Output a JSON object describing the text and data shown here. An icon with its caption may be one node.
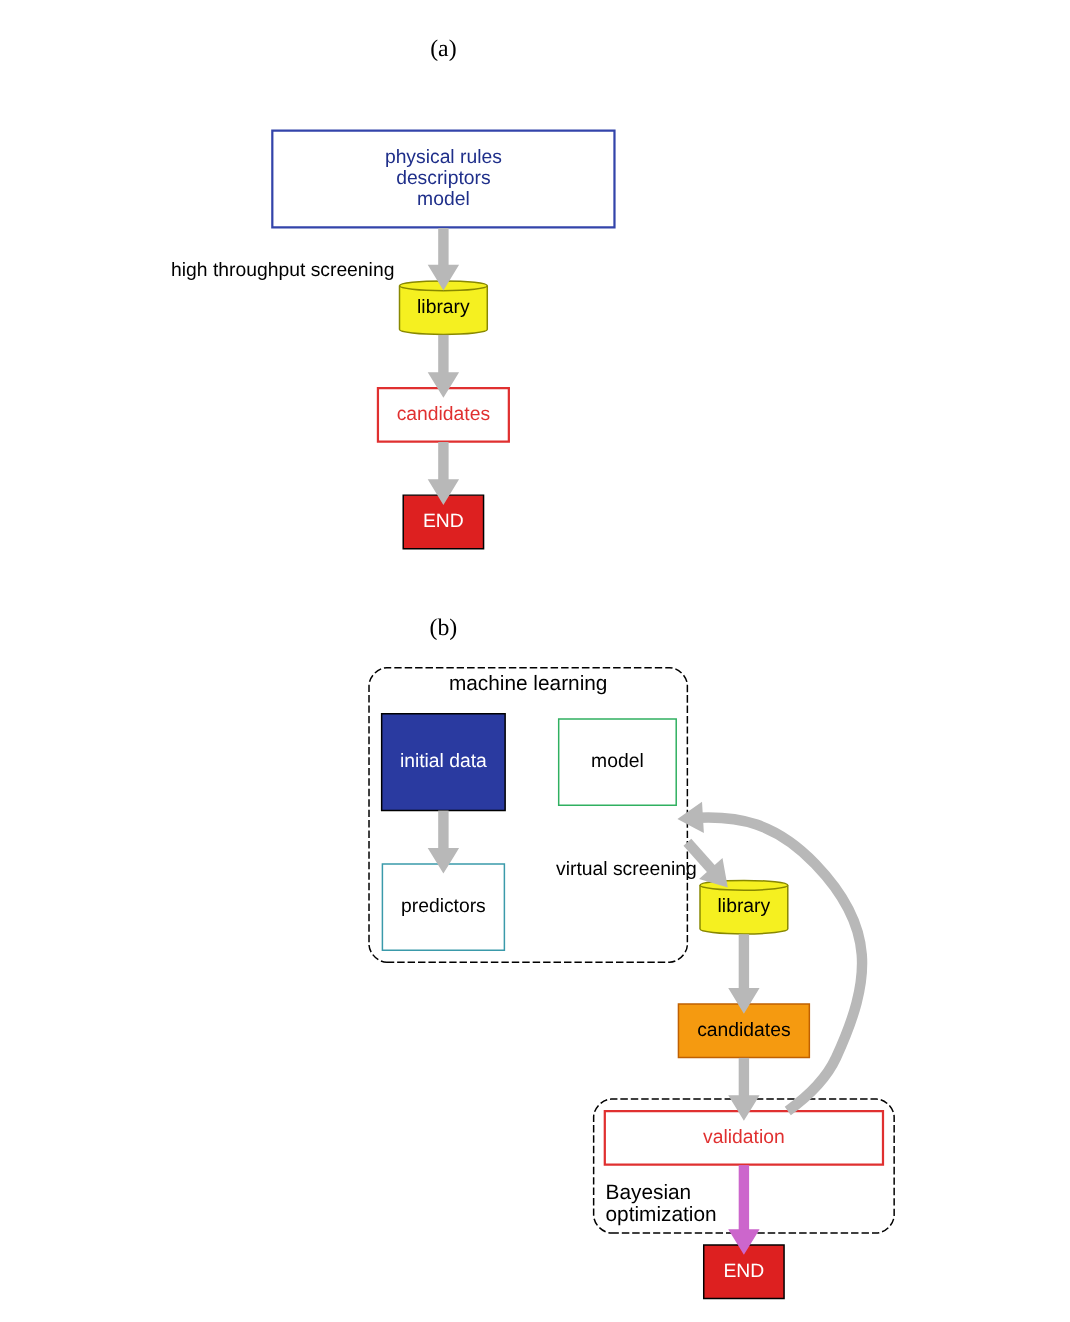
{
  "diagram": {
    "nodes": [
      {
        "text": [
          "physical rules",
          "descriptors",
          "model"
        ]
      },
      {
        "text": [
          "library"
        ],
        "beside": [
          "high throughput screening"
        ]
      },
      {
        "text": [
          "candidates"
        ]
      },
      {
        "text": [
          "END"
        ]
      },
      {
        "text": [
          "machine learning"
        ]
      },
      {
        "text": [
          "initial data"
        ],
        "in": 4
      },
      {
        "text": [
          "predictors"
        ],
        "in": 4
      },
      {
        "text": [
          "model"
        ],
        "in": 4
      },
      {
        "text": [
          "library"
        ],
        "beside": [
          "virtual screening"
        ]
      },
      {
        "text": [
          "candidates"
        ]
      },
      {
        "text": [
          "Bayesian optimization"
        ]
      },
      {
        "text": [
          "validation"
        ],
        "in": 10
      },
      {
        "text": [
          "END"
        ]
      }
    ],
    "edges": [
      {
        "from": 0,
        "to": 1,
        "arrow": "to"
      },
      {
        "from": 1,
        "to": 2,
        "arrow": "to"
      },
      {
        "from": 2,
        "to": 3,
        "arrow": "to"
      },
      {
        "from": 5,
        "to": 6,
        "arrow": "to"
      },
      {
        "from": 4,
        "to": 8,
        "arrow": "to"
      },
      {
        "from": 8,
        "to": 9,
        "arrow": "to"
      },
      {
        "from": 9,
        "to": 11,
        "arrow": "to"
      },
      {
        "from": 11,
        "to": 4,
        "arrow": "to"
      },
      {
        "from": 11,
        "to": 12,
        "arrow": "to",
        "color": "#cc66cc"
      }
    ],
    "labels": [
      "(a)",
      "(b)"
    ]
  }
}
